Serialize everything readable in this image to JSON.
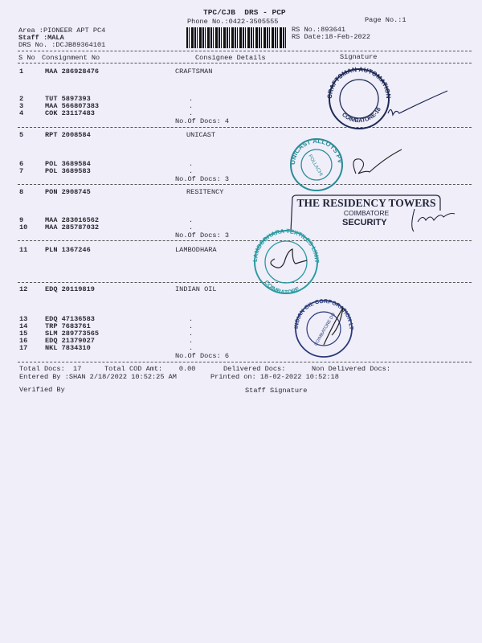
{
  "header": {
    "title": "TPC/CJB  DRS - PCP",
    "phone": "Phone No.:0422-3505555",
    "page_no": "Page No.:1",
    "area": "Area :PIONEER APT PC4",
    "staff": "Staff :MALA",
    "drs_no": "DRS No. :DCJB89364101",
    "rs_no": "RS No.:893641",
    "rs_date": "RS Date:18-Feb-2022"
  },
  "columns": {
    "sno": "S No",
    "consignment": "Consignment No",
    "consignee": "Consignee Details",
    "signature": "Signature"
  },
  "rows": [
    {
      "sno": "1",
      "cn": "MAA 286928476",
      "consignee": "CRAFTSMAN"
    },
    {
      "sno": "2",
      "cn": "TUT 5897393",
      "consignee": "."
    },
    {
      "sno": "3",
      "cn": "MAA 566807383",
      "consignee": "."
    },
    {
      "sno": "4",
      "cn": "COK 23117483",
      "consignee": "."
    },
    {
      "sno": "5",
      "cn": "RPT 2008584",
      "consignee": "UNICAST"
    },
    {
      "sno": "6",
      "cn": "POL 3689584",
      "consignee": "."
    },
    {
      "sno": "7",
      "cn": "POL 3689583",
      "consignee": "."
    },
    {
      "sno": "8",
      "cn": "PON 2908745",
      "consignee": "RESITENCY"
    },
    {
      "sno": "9",
      "cn": "MAA 283016562",
      "consignee": "."
    },
    {
      "sno": "10",
      "cn": "MAA 285787032",
      "consignee": "."
    },
    {
      "sno": "11",
      "cn": "PLN 1367246",
      "consignee": "LAMBODHARA"
    },
    {
      "sno": "12",
      "cn": "EDQ 20119819",
      "consignee": "INDIAN OIL"
    },
    {
      "sno": "13",
      "cn": "EDQ 47136583",
      "consignee": "."
    },
    {
      "sno": "14",
      "cn": "TRP 7683761",
      "consignee": "."
    },
    {
      "sno": "15",
      "cn": "SLM 289773565",
      "consignee": "."
    },
    {
      "sno": "16",
      "cn": "EDQ 21379027",
      "consignee": "."
    },
    {
      "sno": "17",
      "cn": "NKL 7834310",
      "consignee": "."
    }
  ],
  "group_counts": [
    "No.Of Docs: 4",
    "No.Of Docs: 3",
    "No.Of Docs: 3",
    "No.Of Docs: 6"
  ],
  "footer": {
    "total_docs": "Total Docs:  17",
    "total_cod": "Total COD Amt:    0.00",
    "delivered": "Delivered Docs:",
    "non_delivered": "Non Delivered Docs:",
    "entered_by": "Entered By :SHAN 2/18/2022 10:52:25 AM",
    "printed_on": "Printed on: 18-02-2022 10:52:18",
    "verified_by": "Verified By",
    "staff_signature": "Staff Signature"
  },
  "stamps": {
    "craftsman": {
      "top": "CRAFTSMAN AUTOMATION LIMITED",
      "bottom": "COIMBATORE-18",
      "color": "#1e2a55"
    },
    "unicast": {
      "top": "UNICAST ALLOYS PVT LTD",
      "center": "POLLACHI",
      "color": "#2a8c96"
    },
    "residency": {
      "line1": "THE RESIDENCY TOWERS",
      "line2": "COIMBATORE",
      "line3": "SECURITY",
      "color": "#22253a"
    },
    "lambodhara": {
      "top": "LAMBODHARA TEXTILES LIMITED",
      "bottom": "COIMBATORE",
      "color": "#2a9aa0"
    },
    "indian_oil": {
      "top": "INDIAN OIL CORPORATION LTD",
      "center": "COIMBATORE DO",
      "color": "#2a3a7a"
    }
  }
}
